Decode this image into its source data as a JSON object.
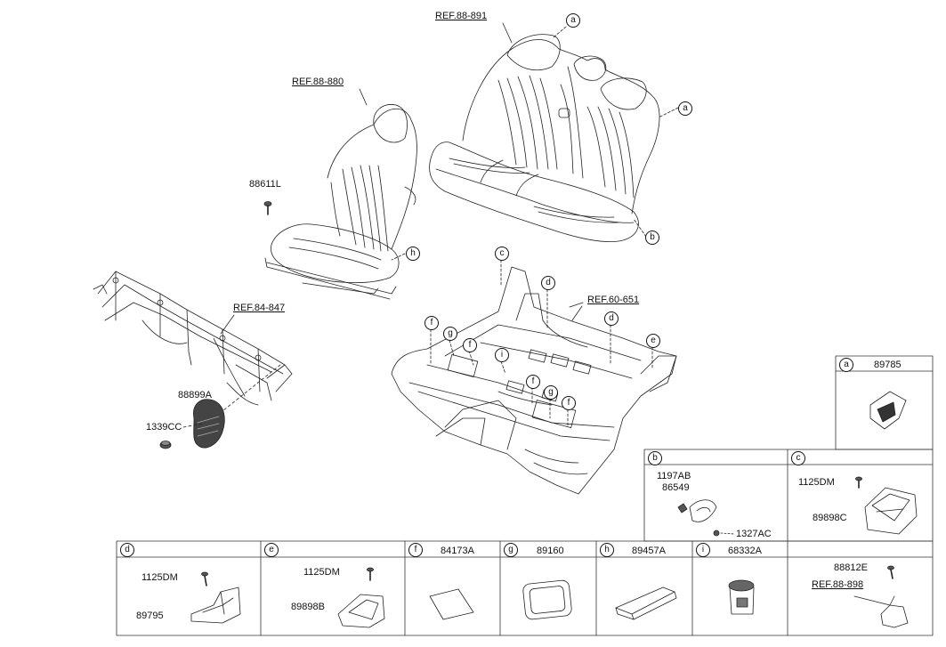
{
  "refs": {
    "rear_seat": "REF.88-891",
    "front_seat": "REF.88-880",
    "crash_pad": "REF.84-847",
    "floor": "REF.60-651",
    "seat_belt": "REF.88-898"
  },
  "parts": {
    "p88611L": "88611L",
    "p88899A": "88899A",
    "p1339CC": "1339CC"
  },
  "callouts": {
    "a": "a",
    "b": "b",
    "c": "c",
    "d": "d",
    "e": "e",
    "f": "f",
    "g": "g",
    "h": "h",
    "i": "i"
  },
  "boxes": {
    "a": {
      "letter": "a",
      "part": "89785"
    },
    "b": {
      "letter": "b",
      "parts": [
        "1197AB",
        "86549",
        "1327AC"
      ]
    },
    "c": {
      "letter": "c",
      "parts": [
        "1125DM",
        "89898C"
      ]
    },
    "d": {
      "letter": "d",
      "parts": [
        "1125DM",
        "89795"
      ]
    },
    "e": {
      "letter": "e",
      "parts": [
        "1125DM",
        "89898B"
      ]
    },
    "f": {
      "letter": "f",
      "part": "84173A"
    },
    "g": {
      "letter": "g",
      "part": "89160"
    },
    "h": {
      "letter": "h",
      "part": "89457A"
    },
    "i": {
      "letter": "i",
      "part": "68332A"
    },
    "last": {
      "parts": [
        "88812E"
      ],
      "ref": "REF.88-898"
    }
  }
}
